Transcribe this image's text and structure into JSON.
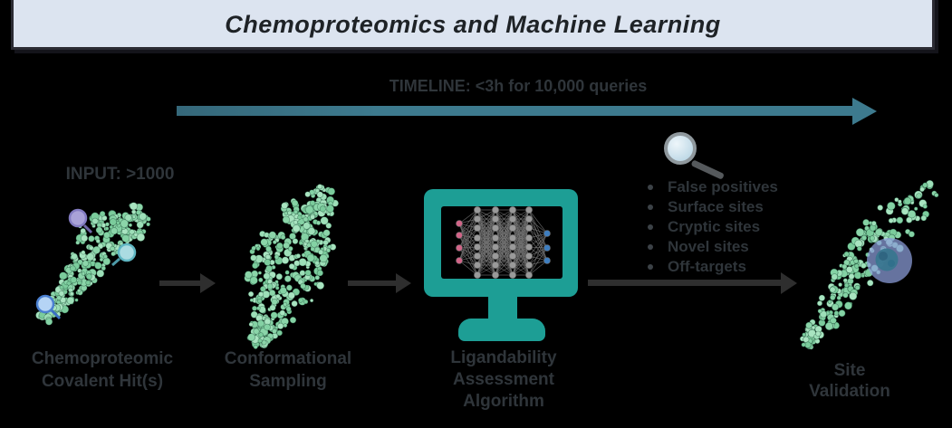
{
  "title": "Chemoproteomics and Machine Learning",
  "timeline": {
    "label": "TIMELINE: <3h for 10,000 queries"
  },
  "input_label": "INPUT: >1000",
  "steps": [
    {
      "label": "Chemoproteomic\nCovalent Hit(s)"
    },
    {
      "label": "Conformational\nSampling"
    },
    {
      "label": "Ligandability\nAssessment\nAlgorithm"
    },
    {
      "label": "Site\nValidation"
    }
  ],
  "findings": [
    "False positives",
    "Surface sites",
    "Cryptic sites",
    "Novel sites",
    "Off-targets"
  ],
  "icons": {
    "magnifier": "magnifier-icon",
    "neural_network": "neural-network-icon",
    "monitor": "computer-monitor-icon"
  },
  "colors": {
    "background": "#000000",
    "title_bg": "#dce4f0",
    "title_border": "#2b2b33",
    "timeline_teal": "#3d7a8e",
    "arrow_dark": "#2e2e2e",
    "text_dark": "#2f353a",
    "monitor_teal": "#1d9e95",
    "protein_green": "#8bd5a9",
    "marker_purple": "#a9a2d8",
    "marker_cyan": "#abdce2",
    "marker_blue": "#b5d4f5",
    "site_circle_blue": "#8d9fdc",
    "site_ligand_teal": "#39768f",
    "nn_input_pink": "#d26488",
    "nn_hidden_gray": "#9a9a9a",
    "nn_output_blue": "#3e7ec0"
  }
}
